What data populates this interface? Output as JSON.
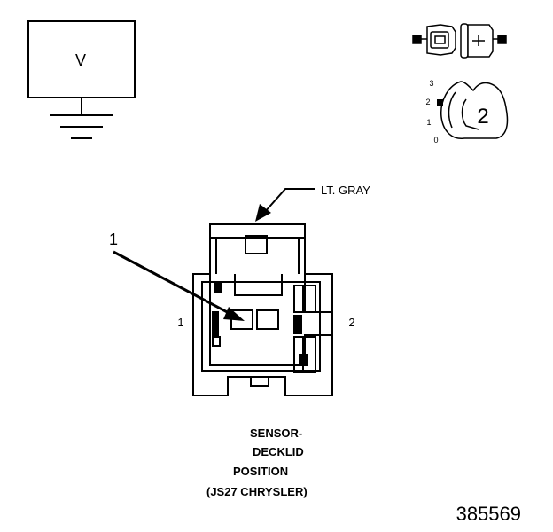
{
  "meter": {
    "symbol": "V"
  },
  "connector_view": {
    "position_scale": [
      "3",
      "2",
      "1",
      "0"
    ],
    "tab_number": "2"
  },
  "connector": {
    "color_label": "LT. GRAY",
    "callout_number": "1",
    "pin_left": "1",
    "pin_right": "2"
  },
  "caption": {
    "line1": "SENSOR-",
    "line2": "DECKLID",
    "line3": "POSITION",
    "line4": "(JS27 CHRYSLER)"
  },
  "figure_number": "385569"
}
